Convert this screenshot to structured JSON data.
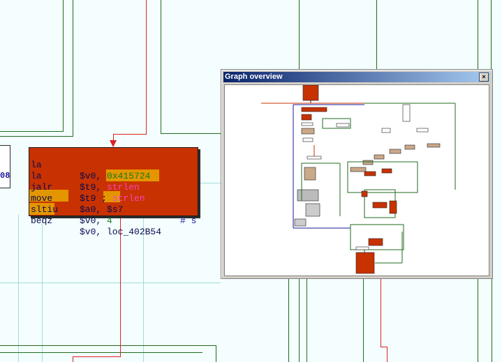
{
  "partial_node": {
    "text": "08"
  },
  "code_block": {
    "rows": [
      {
        "mnemonic": "la",
        "operands": "$v0, ",
        "value": "0x415724"
      },
      {
        "mnemonic": "la",
        "operands": "$t9, ",
        "value": "strlen"
      },
      {
        "mnemonic": "jalr",
        "operands": "$t9 ; ",
        "value": "strlen"
      },
      {
        "mnemonic": "move",
        "operands": "$a0, $s7",
        "comment": "# s"
      },
      {
        "mnemonic": "sltiu",
        "operands": "$v0, ",
        "value": "4"
      },
      {
        "mnemonic": "beqz",
        "operands": "$v0, loc_402B54"
      }
    ]
  },
  "graph_overview": {
    "title": "Graph overview",
    "close_label": "×"
  },
  "colors": {
    "background": "#f4fefe",
    "node_fill": "#c83200",
    "edge_green": "#1f6b1f",
    "edge_red": "#e02020",
    "highlight": "#e8a800",
    "titlebar": "#0a246a"
  }
}
